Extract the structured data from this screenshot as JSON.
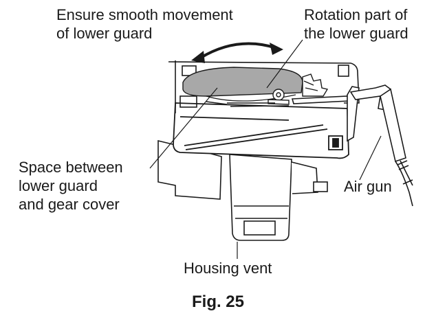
{
  "labels": {
    "ensure_smooth": [
      "Ensure smooth movement",
      "of lower guard"
    ],
    "rotation_part": [
      "Rotation part of",
      "the lower guard"
    ],
    "space_between": [
      "Space between",
      "lower guard",
      "and gear cover"
    ],
    "air_gun": "Air gun",
    "housing_vent": "Housing vent"
  },
  "figure_caption": "Fig. 25"
}
